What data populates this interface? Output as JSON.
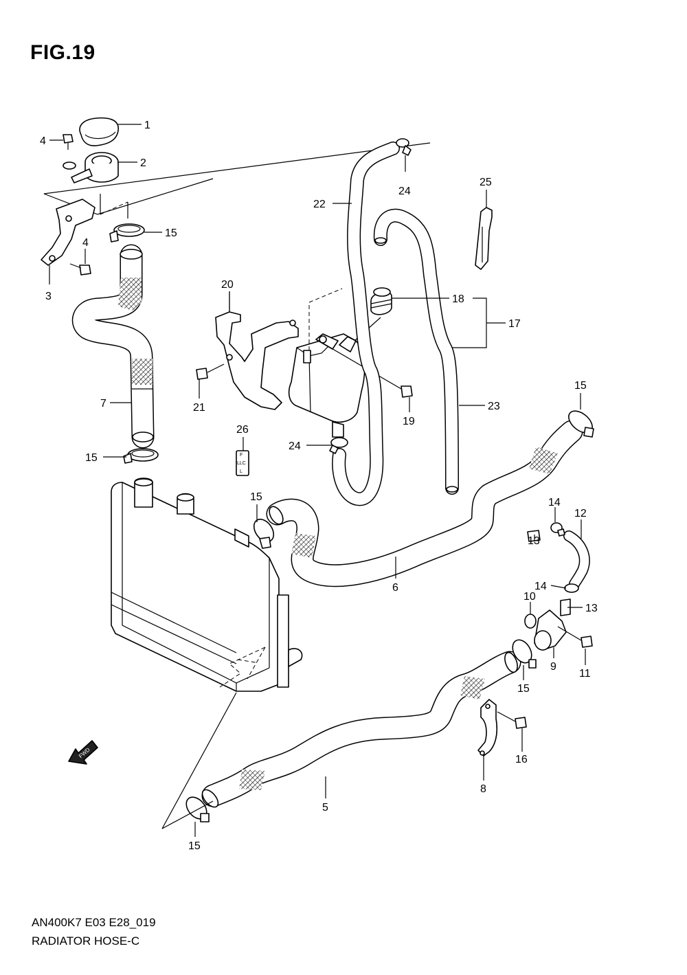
{
  "figure": {
    "title": "FIG.19",
    "model_code": "AN400K7 E03 E28_019",
    "section_name": "RADIATOR HOSE-C"
  },
  "fwd_arrow_text": "FWD",
  "reservoir_tag_text": [
    "F",
    "LLC",
    "L"
  ],
  "callouts": {
    "c1": "1",
    "c2": "2",
    "c3": "3",
    "c4a": "4",
    "c4b": "4",
    "c5": "5",
    "c6": "6",
    "c7": "7",
    "c8": "8",
    "c9": "9",
    "c10": "10",
    "c11": "11",
    "c12": "12",
    "c13a": "13",
    "c13b": "13",
    "c14a": "14",
    "c14b": "14",
    "c15a": "15",
    "c15b": "15",
    "c15c": "15",
    "c15d": "15",
    "c15e": "15",
    "c15f": "15",
    "c16": "16",
    "c17": "17",
    "c18": "18",
    "c19": "19",
    "c20": "20",
    "c21": "21",
    "c22": "22",
    "c23": "23",
    "c24a": "24",
    "c24b": "24",
    "c25": "25",
    "c26": "26"
  }
}
